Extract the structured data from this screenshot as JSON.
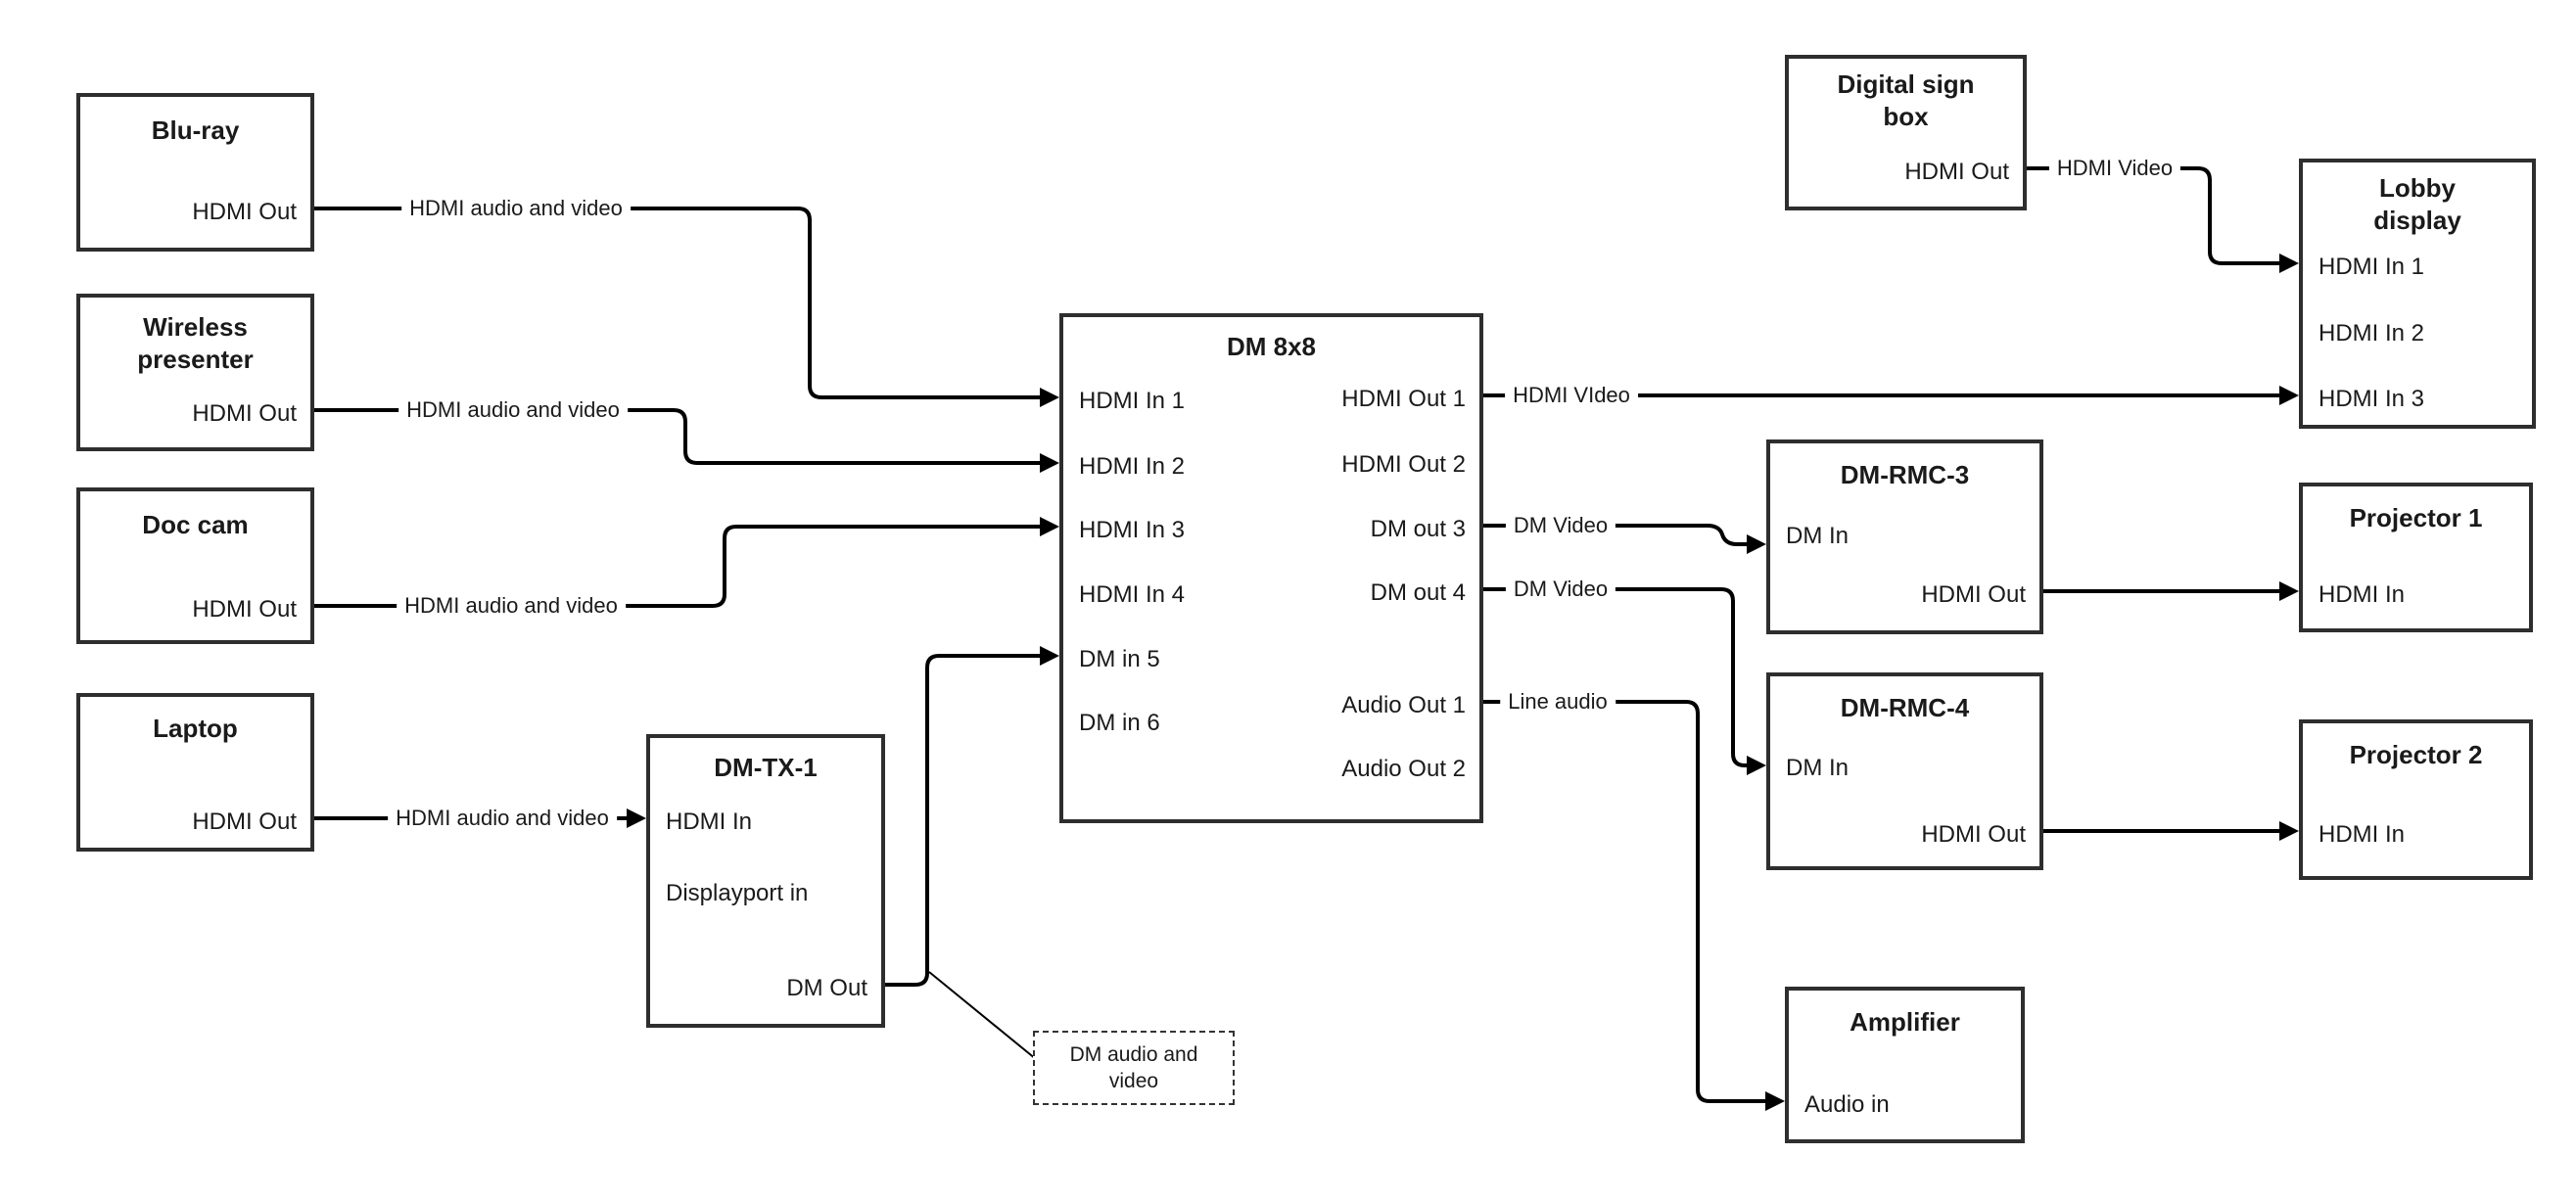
{
  "nodes": {
    "bluray": {
      "title": "Blu-ray",
      "ports": {
        "out": "HDMI Out"
      }
    },
    "wireless": {
      "title": "Wireless presenter",
      "ports": {
        "out": "HDMI Out"
      }
    },
    "doccam": {
      "title": "Doc cam",
      "ports": {
        "out": "HDMI Out"
      }
    },
    "laptop": {
      "title": "Laptop",
      "ports": {
        "out": "HDMI Out"
      }
    },
    "dmtx1": {
      "title": "DM-TX-1",
      "ports": {
        "hdmi_in": "HDMI In",
        "dp_in": "Displayport in",
        "dm_out": "DM Out"
      }
    },
    "dm8x8": {
      "title": "DM 8x8",
      "ports": {
        "in1": "HDMI In 1",
        "in2": "HDMI In 2",
        "in3": "HDMI In 3",
        "in4": "HDMI In 4",
        "in5": "DM in 5",
        "in6": "DM in 6",
        "out1": "HDMI Out 1",
        "out2": "HDMI Out 2",
        "out3": "DM out 3",
        "out4": "DM out 4",
        "audio1": "Audio Out 1",
        "audio2": "Audio Out 2"
      }
    },
    "signbox": {
      "title": "Digital sign box",
      "ports": {
        "out": "HDMI Out"
      }
    },
    "lobby": {
      "title": "Lobby display",
      "ports": {
        "in1": "HDMI In 1",
        "in2": "HDMI In 2",
        "in3": "HDMI In 3"
      }
    },
    "rmc3": {
      "title": "DM-RMC-3",
      "ports": {
        "dm_in": "DM In",
        "hdmi_out": "HDMI Out"
      }
    },
    "proj1": {
      "title": "Projector 1",
      "ports": {
        "in": "HDMI In"
      }
    },
    "rmc4": {
      "title": "DM-RMC-4",
      "ports": {
        "dm_in": "DM In",
        "hdmi_out": "HDMI Out"
      }
    },
    "proj2": {
      "title": "Projector 2",
      "ports": {
        "in": "HDMI In"
      }
    },
    "amp": {
      "title": "Amplifier",
      "ports": {
        "in": "Audio in"
      }
    }
  },
  "connection_labels": {
    "bluray_to_in1": "HDMI audio and video",
    "wireless_to_in2": "HDMI audio and video",
    "doccam_to_in3": "HDMI audio and video",
    "laptop_to_tx1": "HDMI audio and video",
    "out1_to_lobby": "HDMI VIdeo",
    "out3_to_rmc3": "DM Video",
    "out4_to_rmc4": "DM Video",
    "audio1_to_amp": "Line audio",
    "signbox_to_lobby": "HDMI Video"
  },
  "callout": {
    "text": "DM audio and video"
  },
  "colors": {
    "line": "#000000",
    "border": "#2e2e2e",
    "text": "#1a1a1a",
    "background": "#ffffff"
  }
}
